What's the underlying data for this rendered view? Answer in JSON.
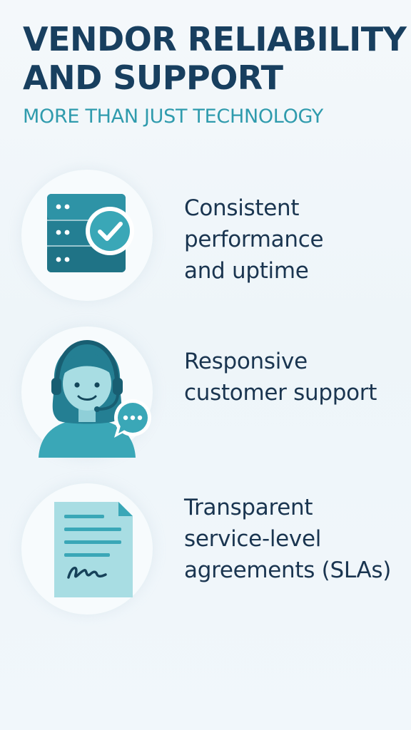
{
  "header": {
    "title_line1": "VENDOR RELIABILITY",
    "title_line2": "AND SUPPORT",
    "subtitle": "MORE THAN JUST TECHNOLOGY"
  },
  "features": [
    {
      "icon": "server-check-icon",
      "lines": [
        "Consistent",
        "performance",
        "and uptime"
      ]
    },
    {
      "icon": "support-agent-icon",
      "lines": [
        "Responsive",
        "customer support"
      ]
    },
    {
      "icon": "signed-document-icon",
      "lines": [
        "Transparent",
        "service-level",
        "agreements (SLAs)"
      ]
    }
  ],
  "colors": {
    "title": "#183f5f",
    "subtitle": "#2f9bad",
    "text": "#1a3550",
    "icon_dark": "#247f93",
    "icon_mid": "#3aa7b7",
    "icon_light": "#a8dde3"
  }
}
